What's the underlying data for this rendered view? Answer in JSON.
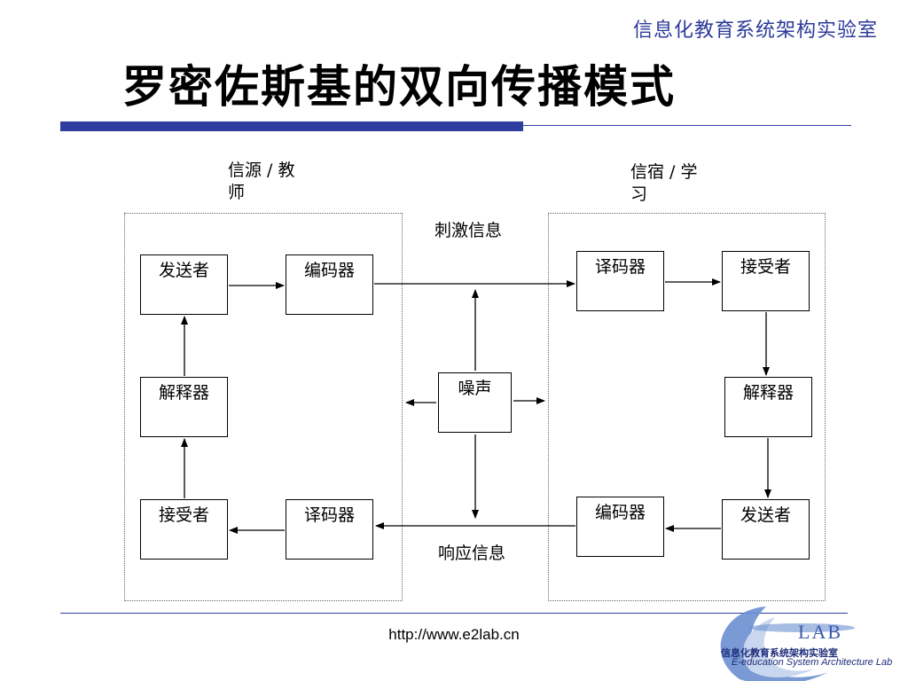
{
  "header": {
    "lab_name": "信息化教育系统架构实验室",
    "title": "罗密佐斯基的双向传播模式"
  },
  "diagram": {
    "source_label_line1": "信源 / 教",
    "source_label_line2": "师",
    "sink_label_line1": "信宿 / 学",
    "sink_label_line2": "习",
    "stimulus_label": "刺激信息",
    "response_label": "响应信息",
    "left": {
      "sender": "发送者",
      "encoder": "编码器",
      "interpreter": "解释器",
      "receiver": "接受者",
      "decoder": "译码器"
    },
    "noise": "噪声",
    "right": {
      "decoder": "译码器",
      "receiver": "接受者",
      "interpreter": "解释器",
      "encoder": "编码器",
      "sender": "发送者"
    }
  },
  "footer": {
    "url": "http://www.e2lab.cn",
    "logo_lab": "LAB",
    "logo_cn": "信息化教育系统架构实验室",
    "logo_en": "E-education System Architecture Lab"
  },
  "colors": {
    "accent": "#2e3d9e",
    "logo_blue": "#6a8fd0"
  }
}
